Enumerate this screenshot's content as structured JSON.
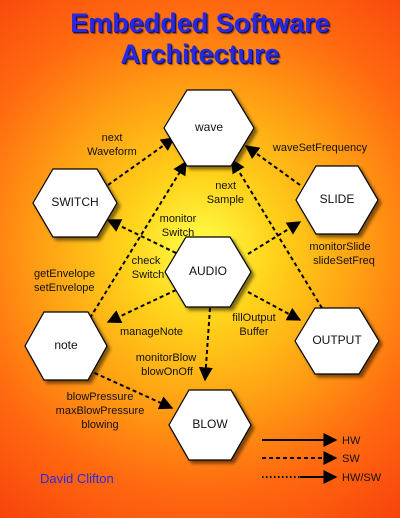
{
  "title": {
    "line1": "Embedded Software",
    "line2": "Architecture"
  },
  "nodes": {
    "wave": "wave",
    "switch": "SWITCH",
    "slide": "SLIDE",
    "audio": "AUDIO",
    "note": "note",
    "output": "OUTPUT",
    "blow": "BLOW"
  },
  "edge_labels": {
    "next_waveform_1": "next",
    "next_waveform_2": "Waveform",
    "wave_set_frequency": "waveSetFrequency",
    "next_sample_1": "next",
    "next_sample_2": "Sample",
    "monitor_switch_1": "monitor",
    "monitor_switch_2": "Switch",
    "check_switch_1": "check",
    "check_switch_2": "Switch",
    "monitor_slide": "monitorSlide",
    "slide_set_freq": "slideSetFreq",
    "get_envelope": "getEnvelope",
    "set_envelope": "setEnvelope",
    "fill_output_1": "fillOutput",
    "fill_output_2": "Buffer",
    "manage_note": "manageNote",
    "monitor_blow": "monitorBlow",
    "blow_on_off": "blowOnOff",
    "blow_pressure": "blowPressure",
    "max_blow_pressure": "maxBlowPressure",
    "blowing": "blowing"
  },
  "legend": {
    "hw": "HW",
    "sw": "SW",
    "hwsw": "HW/SW"
  },
  "author": "David Clifton"
}
